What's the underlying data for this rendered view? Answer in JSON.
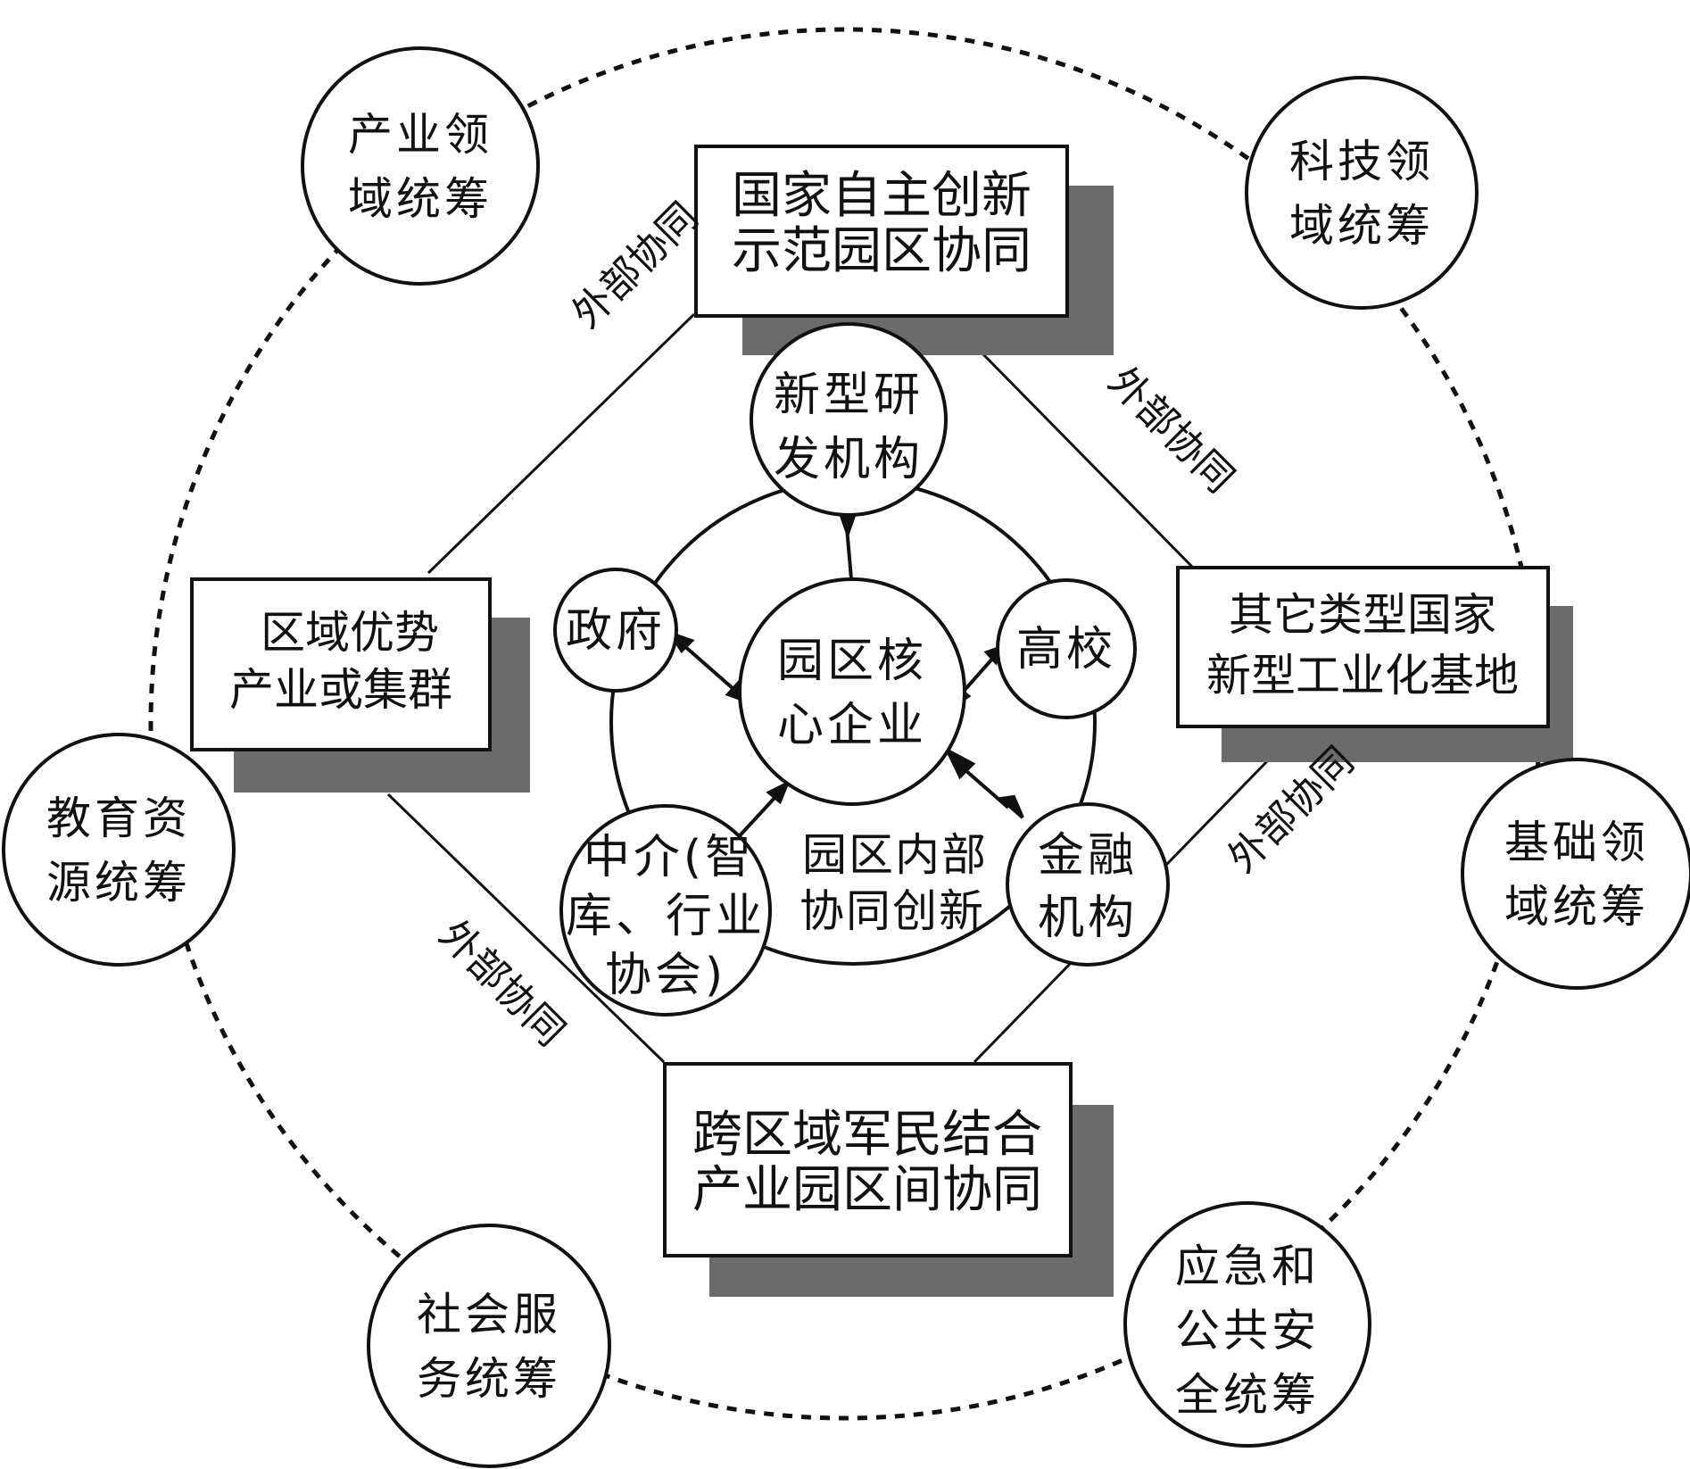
{
  "diagram": {
    "outer_nodes": [
      {
        "id": "industry",
        "lines": [
          "产业领",
          "域统筹"
        ]
      },
      {
        "id": "sci-tech",
        "lines": [
          "科技领",
          "域统筹"
        ]
      },
      {
        "id": "education",
        "lines": [
          "教育资",
          "源统筹"
        ]
      },
      {
        "id": "infrastructure",
        "lines": [
          "基础领",
          "域统筹"
        ]
      },
      {
        "id": "social-service",
        "lines": [
          "社会服",
          "务统筹"
        ]
      },
      {
        "id": "emergency",
        "lines": [
          "应急和",
          "公共安",
          "全统筹"
        ]
      }
    ],
    "boxes": [
      {
        "id": "national-zone",
        "lines": [
          "国家自主创新",
          "示范园区协同"
        ]
      },
      {
        "id": "regional-industry",
        "lines": [
          "区域优势",
          "产业或集群"
        ]
      },
      {
        "id": "other-bases",
        "lines": [
          "其它类型国家",
          "新型工业化基地"
        ]
      },
      {
        "id": "civil-military",
        "lines": [
          "跨区域军民结合",
          "产业园区间协同"
        ]
      }
    ],
    "external_label": "外部协同",
    "inner_nodes": [
      {
        "id": "rd-institute",
        "lines": [
          "新型研",
          "发机构"
        ]
      },
      {
        "id": "government",
        "lines": [
          "政府"
        ]
      },
      {
        "id": "university",
        "lines": [
          "高校"
        ]
      },
      {
        "id": "core-enterprise",
        "lines": [
          "园区核",
          "心企业"
        ]
      },
      {
        "id": "intermediary",
        "lines": [
          "中介(智",
          "库、行业",
          "协会)"
        ]
      },
      {
        "id": "finance",
        "lines": [
          "金融",
          "机构"
        ]
      }
    ],
    "inner_label": [
      "园区内部",
      "协同创新"
    ]
  }
}
